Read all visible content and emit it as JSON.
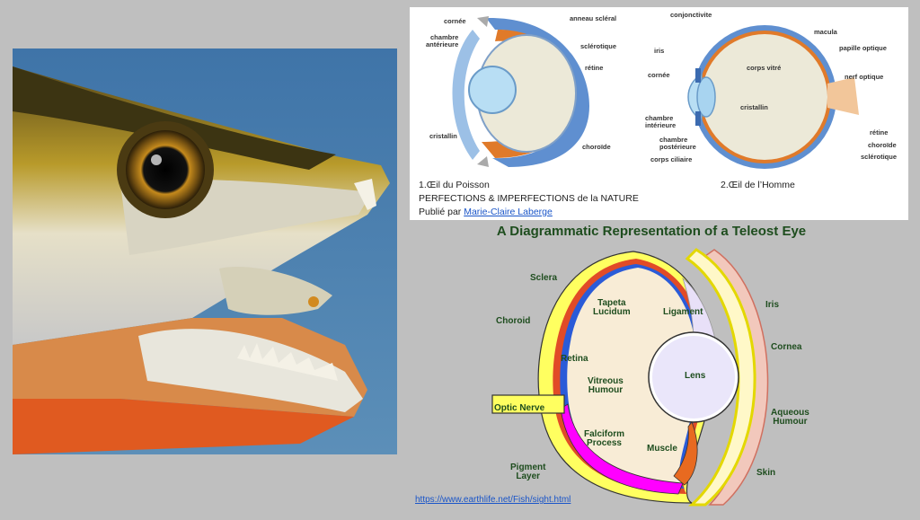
{
  "top_diagram": {
    "fish_eye_labels": {
      "cornee": "cornée",
      "chambre_anterieure": "chambre\nantérieure",
      "anneau_scleral": "anneau scléral",
      "sclerotique": "sclérotique",
      "retine": "rétine",
      "cristallin": "cristallin",
      "choroide": "choroïde"
    },
    "human_eye_labels": {
      "conjonctivite": "conjonctivite",
      "iris": "iris",
      "cornee": "cornée",
      "macula": "macula",
      "papille_optique": "papille optique",
      "corps_vitre": "corps vitré",
      "nerf_optique": "nerf optique",
      "cristallin": "cristallin",
      "chambre_interieure": "chambre\nintérieure",
      "chambre_posterieure": "chambre\npostérieure",
      "corps_ciliaire": "corps ciliaire",
      "retine": "rétine",
      "choroide": "choroïde",
      "sclerotique": "sclérotique"
    },
    "caption_fish": "1.Œil du Poisson",
    "caption_title": "PERFECTIONS & IMPERFECTIONS de la NATURE",
    "caption_published_prefix": "Publié par ",
    "caption_author": "Marie-Claire Laberge",
    "caption_human": "2.Œil de l’Homme"
  },
  "teleost": {
    "title": "A Diagrammatic Representation of a Teleost Eye",
    "labels": {
      "sclera": "Sclera",
      "tapeta": "Tapeta\nLucidum",
      "choroid": "Choroid",
      "ligament": "Ligament",
      "iris": "Iris",
      "cornea": "Cornea",
      "retina": "Retina",
      "lens": "Lens",
      "vitreous": "Vitreous\nHumour",
      "optic_nerve": "Optic Nerve",
      "aqueous": "Aqueous\nHumour",
      "falciform": "Falciform\nProcess",
      "muscle": "Muscle",
      "pigment": "Pigment\nLayer",
      "skin": "Skin"
    },
    "source_url": "https://www.earthlife.net/Fish/sight.html"
  }
}
